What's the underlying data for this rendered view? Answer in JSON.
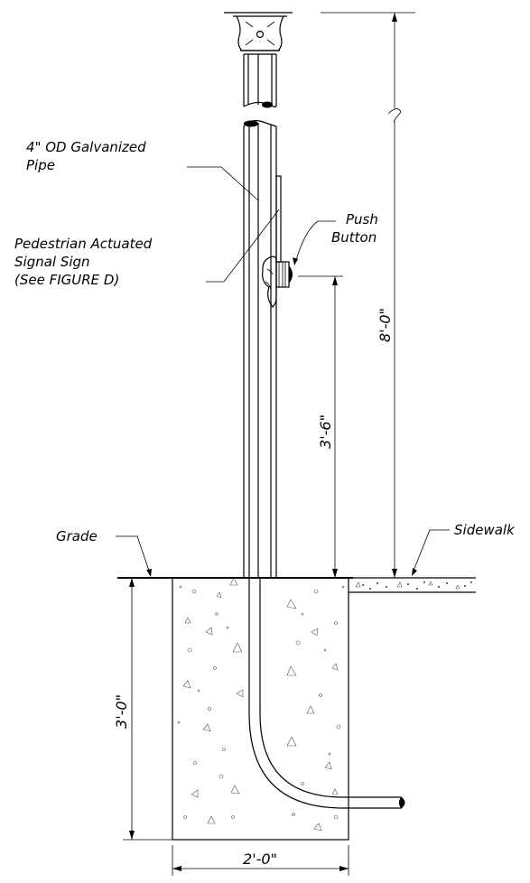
{
  "labels": {
    "pipe_line1": "4\" OD Galvanized",
    "pipe_line2": "Pipe",
    "ped_line1": "Pedestrian Actuated",
    "ped_line2": "Signal Sign",
    "ped_line3": "(See FIGURE D)",
    "push_line1": "Push",
    "push_line2": "Button",
    "grade": "Grade",
    "sidewalk": "Sidewalk"
  },
  "dimensions": {
    "overall_height": "8'-0\"",
    "button_height": "3'-6\"",
    "footing_depth": "3'-0\"",
    "footing_width": "2'-0\""
  }
}
